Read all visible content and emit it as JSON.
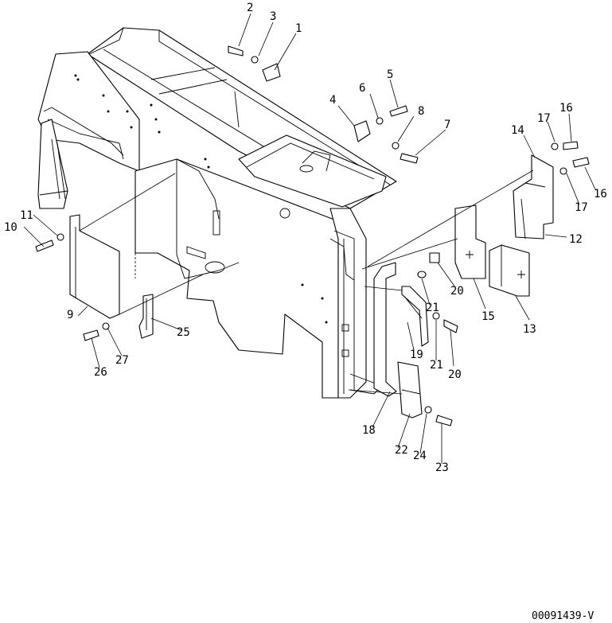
{
  "drawing_code": "00091439-V",
  "callouts": [
    {
      "id": "c1",
      "text": "1"
    },
    {
      "id": "c2",
      "text": "2"
    },
    {
      "id": "c3",
      "text": "3"
    },
    {
      "id": "c4",
      "text": "4"
    },
    {
      "id": "c5",
      "text": "5"
    },
    {
      "id": "c6",
      "text": "6"
    },
    {
      "id": "c7",
      "text": "7"
    },
    {
      "id": "c8",
      "text": "8"
    },
    {
      "id": "c9",
      "text": "9"
    },
    {
      "id": "c10",
      "text": "10"
    },
    {
      "id": "c11",
      "text": "11"
    },
    {
      "id": "c12",
      "text": "12"
    },
    {
      "id": "c13",
      "text": "13"
    },
    {
      "id": "c14",
      "text": "14"
    },
    {
      "id": "c15",
      "text": "15"
    },
    {
      "id": "c16a",
      "text": "16"
    },
    {
      "id": "c16b",
      "text": "16"
    },
    {
      "id": "c17a",
      "text": "17"
    },
    {
      "id": "c17b",
      "text": "17"
    },
    {
      "id": "c18",
      "text": "18"
    },
    {
      "id": "c19",
      "text": "19"
    },
    {
      "id": "c20a",
      "text": "20"
    },
    {
      "id": "c20b",
      "text": "20"
    },
    {
      "id": "c21a",
      "text": "21"
    },
    {
      "id": "c21b",
      "text": "21"
    },
    {
      "id": "c22",
      "text": "22"
    },
    {
      "id": "c23",
      "text": "23"
    },
    {
      "id": "c24",
      "text": "24"
    },
    {
      "id": "c25",
      "text": "25"
    },
    {
      "id": "c26",
      "text": "26"
    },
    {
      "id": "c27",
      "text": "27"
    }
  ]
}
